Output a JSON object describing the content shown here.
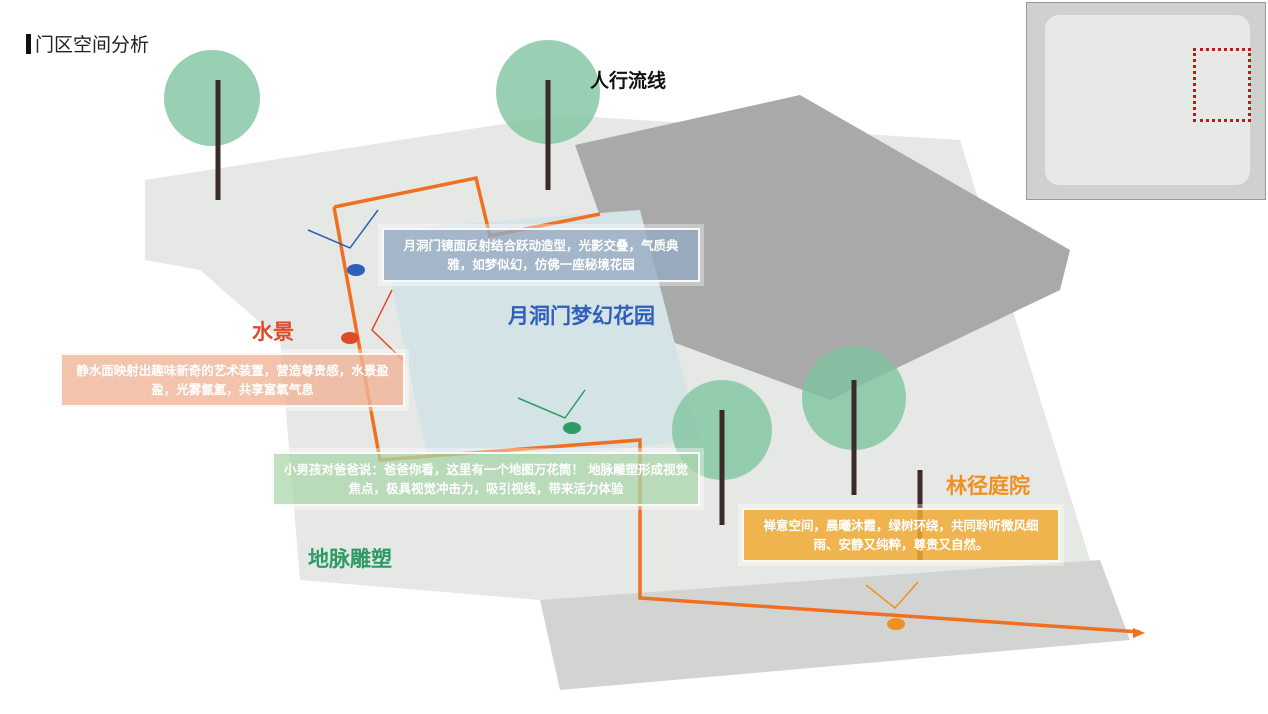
{
  "title": "门区空间分析",
  "labels": {
    "flow": "人行流线",
    "water": "水景",
    "moon_garden": "月洞门梦幻花园",
    "sculpture": "地脉雕塑",
    "forest": "林径庭院"
  },
  "captions": {
    "moon_garden": "月洞门镜面反射结合跃动造型，光影交叠，气质典雅，如梦似幻，仿佛一座秘境花园",
    "water": "静水面映射出趣味新奇的艺术装置，营造尊贵感，水景盈盈，光雾氤氲，共享富氧气息",
    "sculpture": "小男孩对爸爸说：爸爸你看，这里有一个地图万花筒！ 地脉雕塑形成视觉焦点，极具视觉冲击力，吸引视线，带来活力体验",
    "forest": "禅意空间，晨曦沐霞，绿树环绕，共同聆听微风细雨、安静又纯粹，尊贵又自然。"
  },
  "colors": {
    "flow": "#f07020",
    "water": "#e04a2a",
    "moon": "#2f5fb8",
    "sculpture": "#2e9a66",
    "forest": "#f0a030"
  }
}
